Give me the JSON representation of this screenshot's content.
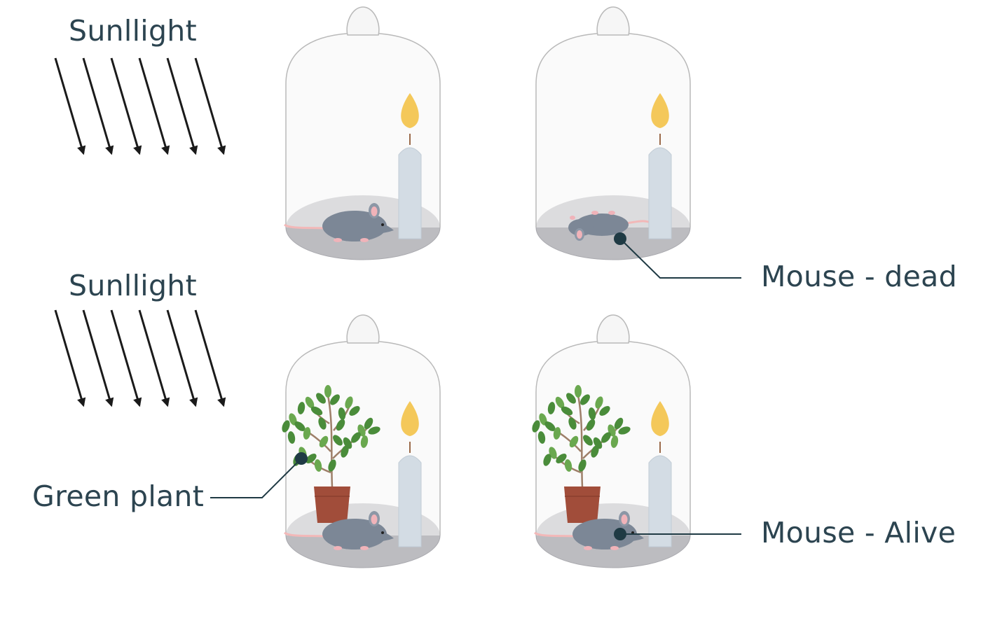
{
  "labels": {
    "sunlight_top": "Sunllight",
    "sunlight_bottom": "Sunllight",
    "mouse_dead": "Mouse - dead",
    "green_plant": "Green plant",
    "mouse_alive": "Mouse - Alive"
  },
  "jars": [
    {
      "id": "top-left",
      "contents": [
        "mouse",
        "candle"
      ]
    },
    {
      "id": "top-right",
      "contents": [
        "dead-mouse",
        "candle"
      ]
    },
    {
      "id": "bottom-left",
      "contents": [
        "green-plant",
        "mouse",
        "candle"
      ]
    },
    {
      "id": "bottom-right",
      "contents": [
        "green-plant",
        "mouse",
        "candle"
      ]
    }
  ],
  "colors": {
    "text": "#2c4450",
    "callout": "#1f3a44",
    "glass": "#f6f6f6",
    "glass_outline": "#b9b9b9",
    "base": "#bcbcc0",
    "mouse": "#7c8796",
    "candle": "#d3dce4",
    "flame": "#f4c85a",
    "pot": "#a14d3a",
    "leaf": "#4a8c3a",
    "arrow": "#1a1a1a"
  }
}
